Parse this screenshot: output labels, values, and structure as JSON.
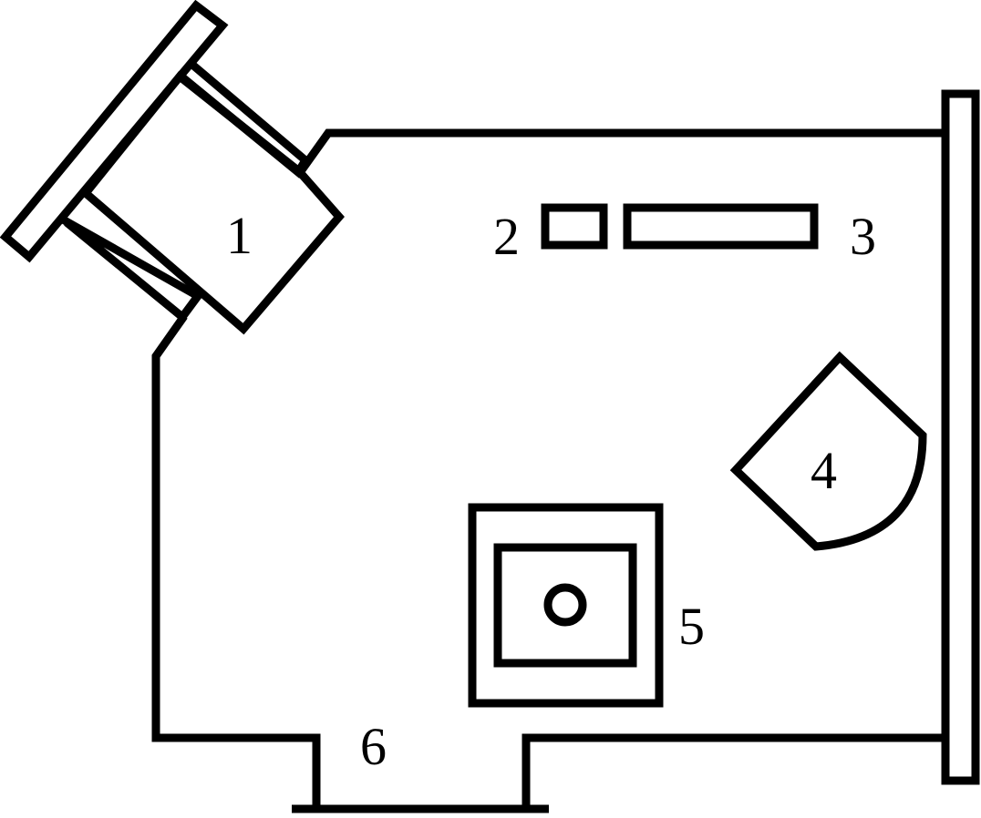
{
  "diagram": {
    "labels": {
      "item_1": "1",
      "item_2": "2",
      "item_3": "3",
      "item_4": "4",
      "item_5": "5",
      "item_6": "6"
    },
    "colors": {
      "line": "#000000",
      "background": "#ffffff"
    }
  }
}
